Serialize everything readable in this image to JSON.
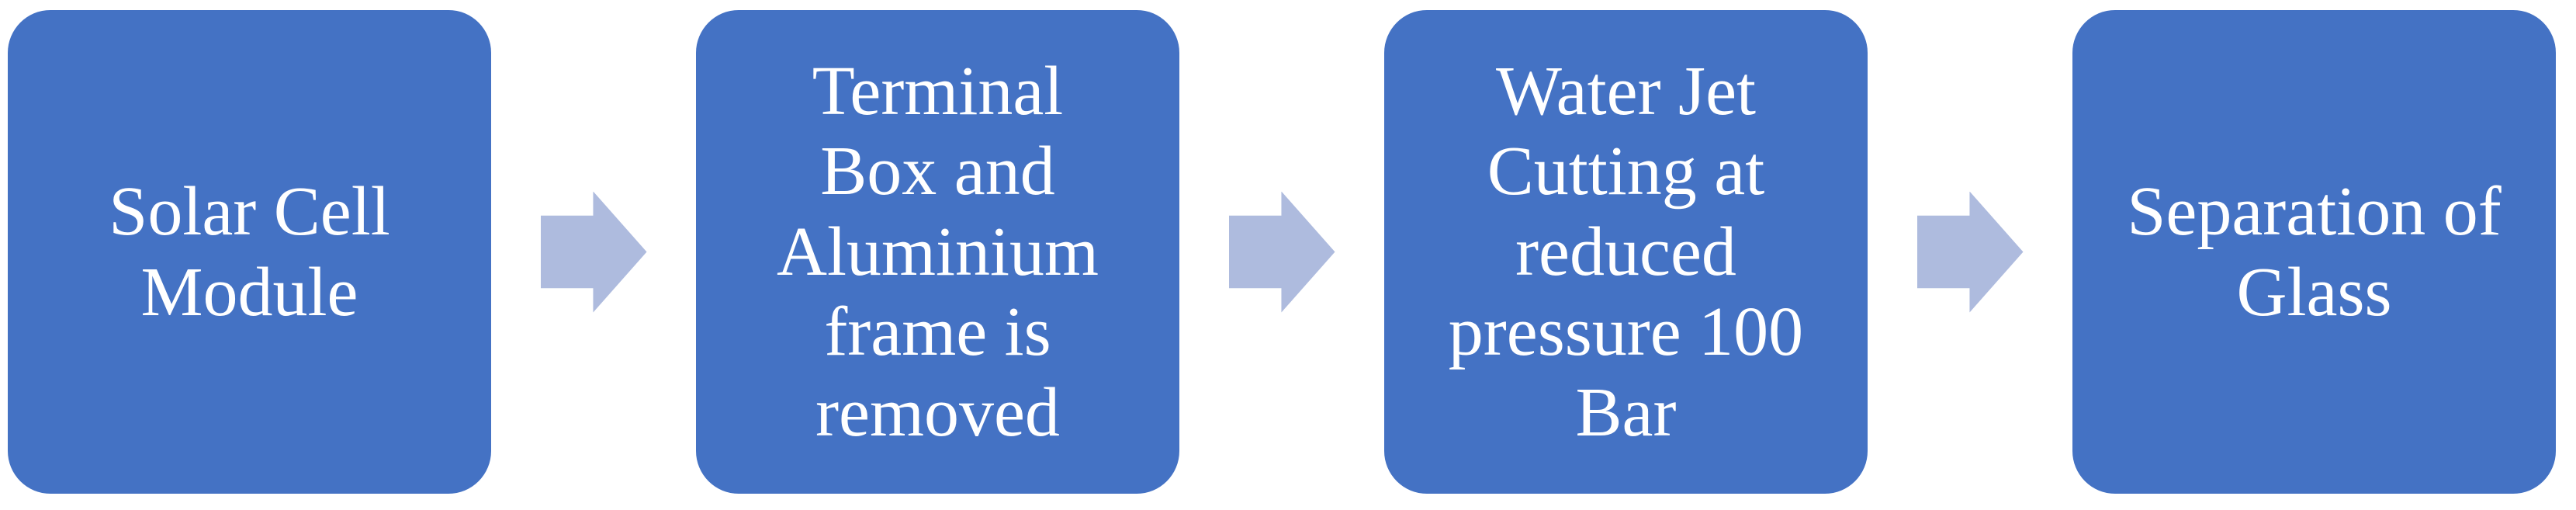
{
  "flowchart": {
    "colors": {
      "box": "#4472C4",
      "arrow": "#AEBBDE",
      "text": "#FFFFFF",
      "background": "#FFFFFF"
    },
    "steps": [
      {
        "label": "Solar Cell\nModule"
      },
      {
        "label": "Terminal\nBox and\nAluminium\nframe is\nremoved"
      },
      {
        "label": "Water Jet\nCutting at\nreduced\npressure 100\nBar"
      },
      {
        "label": "Separation of\nGlass"
      }
    ],
    "arrow_glyph": "right-arrow"
  }
}
